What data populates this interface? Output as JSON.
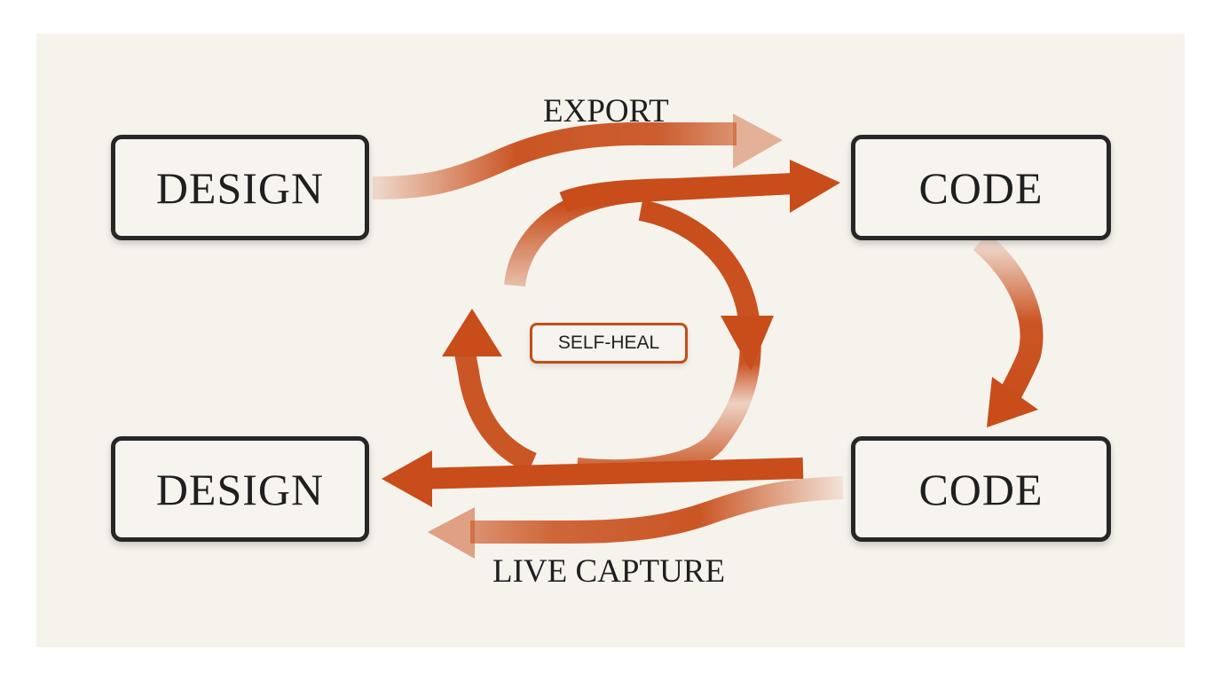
{
  "nodes": {
    "design_top": "DESIGN",
    "code_top": "CODE",
    "design_bottom": "DESIGN",
    "code_bottom": "CODE"
  },
  "labels": {
    "export": "EXPORT",
    "live_capture": "LIVE CAPTURE",
    "self_heal": "SELF-HEAL"
  },
  "colors": {
    "arrow": "#c84d1a",
    "node_border": "#272727",
    "background": "#f6f3ec"
  }
}
